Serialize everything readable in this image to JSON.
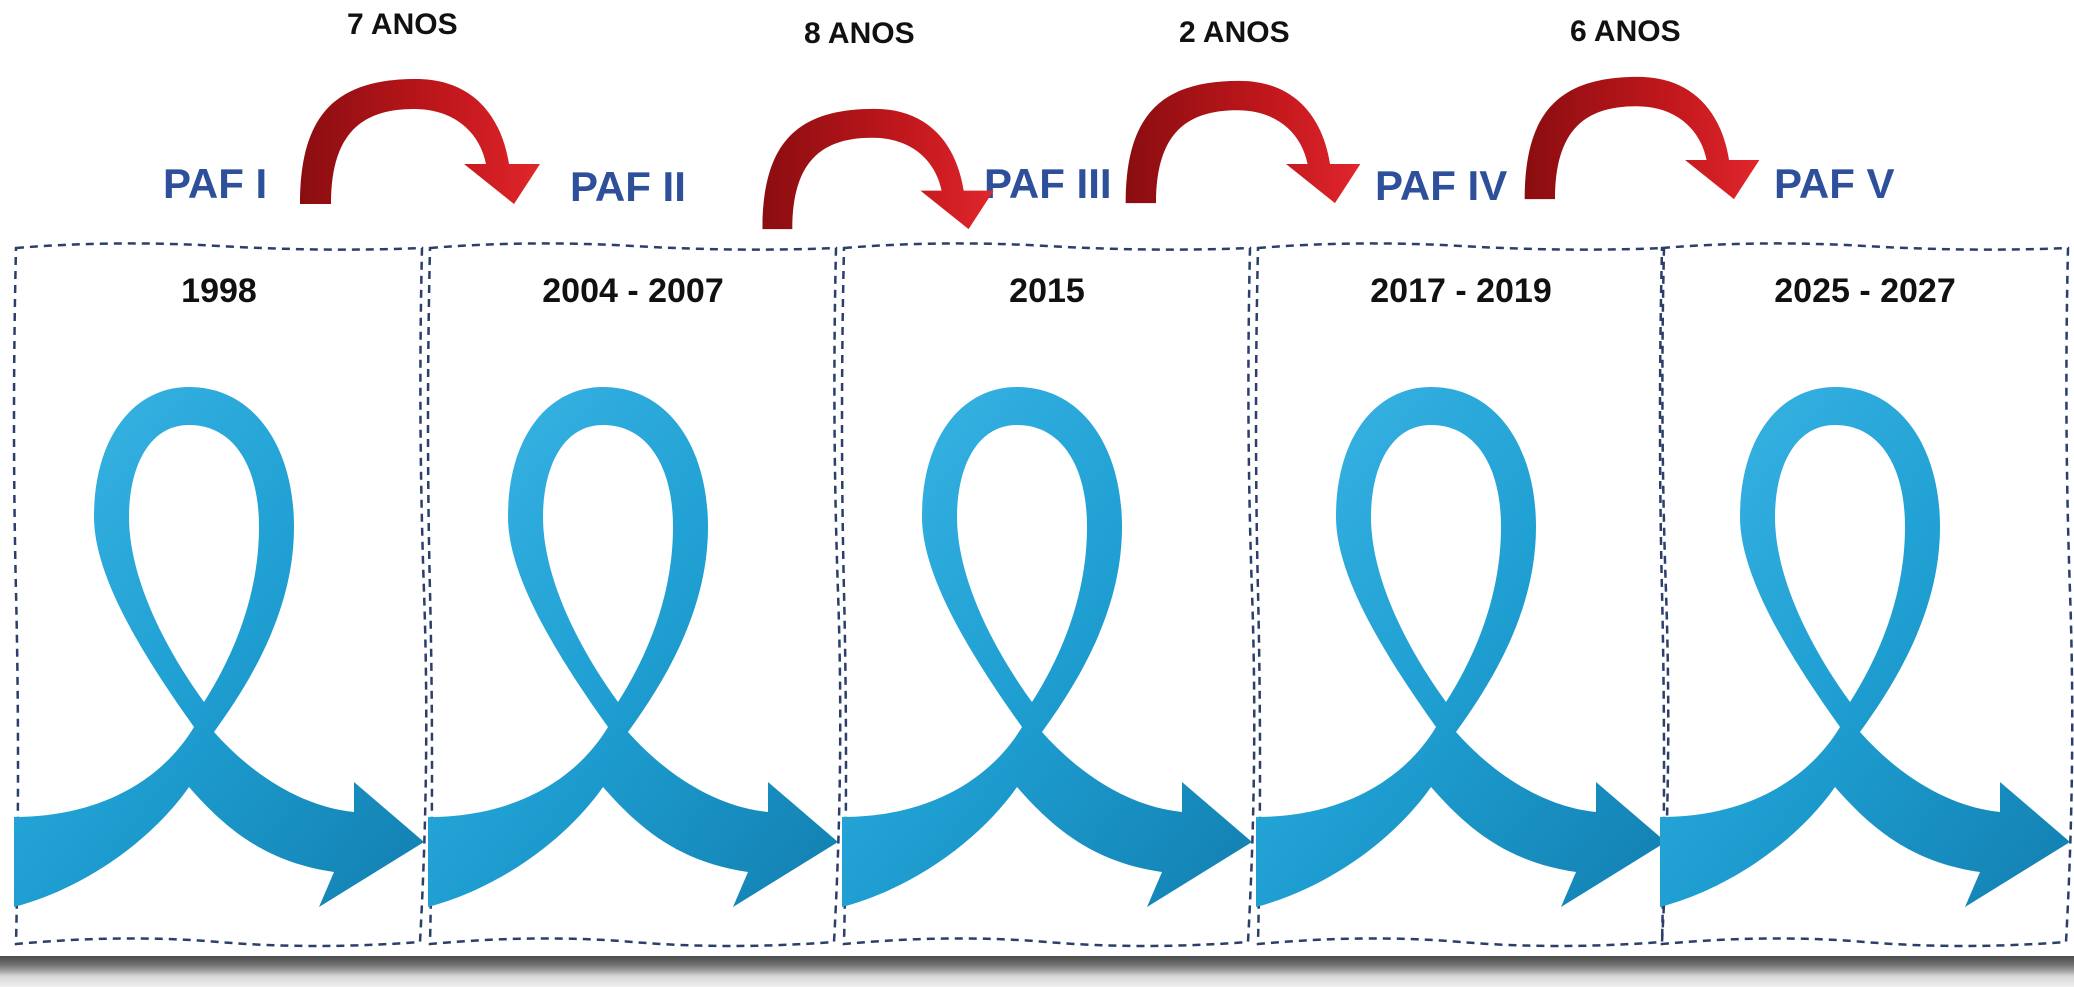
{
  "timeline": {
    "phases": [
      {
        "paf": "PAF I",
        "year": "1998"
      },
      {
        "paf": "PAF II",
        "year": "2004 - 2007"
      },
      {
        "paf": "PAF III",
        "year": "2015"
      },
      {
        "paf": "PAF IV",
        "year": "2017 - 2019"
      },
      {
        "paf": "PAF V",
        "year": "2025 - 2027"
      }
    ],
    "gaps": [
      {
        "label": "7 ANOS"
      },
      {
        "label": "8 ANOS"
      },
      {
        "label": "2 ANOS"
      },
      {
        "label": "6 ANOS"
      }
    ]
  },
  "colors": {
    "paf_label": "#2e4f99",
    "ribbon": "#1f9fd2",
    "arrow": "#c0171c",
    "border": "#2b3f6a"
  },
  "icons": {
    "ribbon": "awareness-ribbon-arrow-icon",
    "transition": "curved-arrow-icon"
  }
}
